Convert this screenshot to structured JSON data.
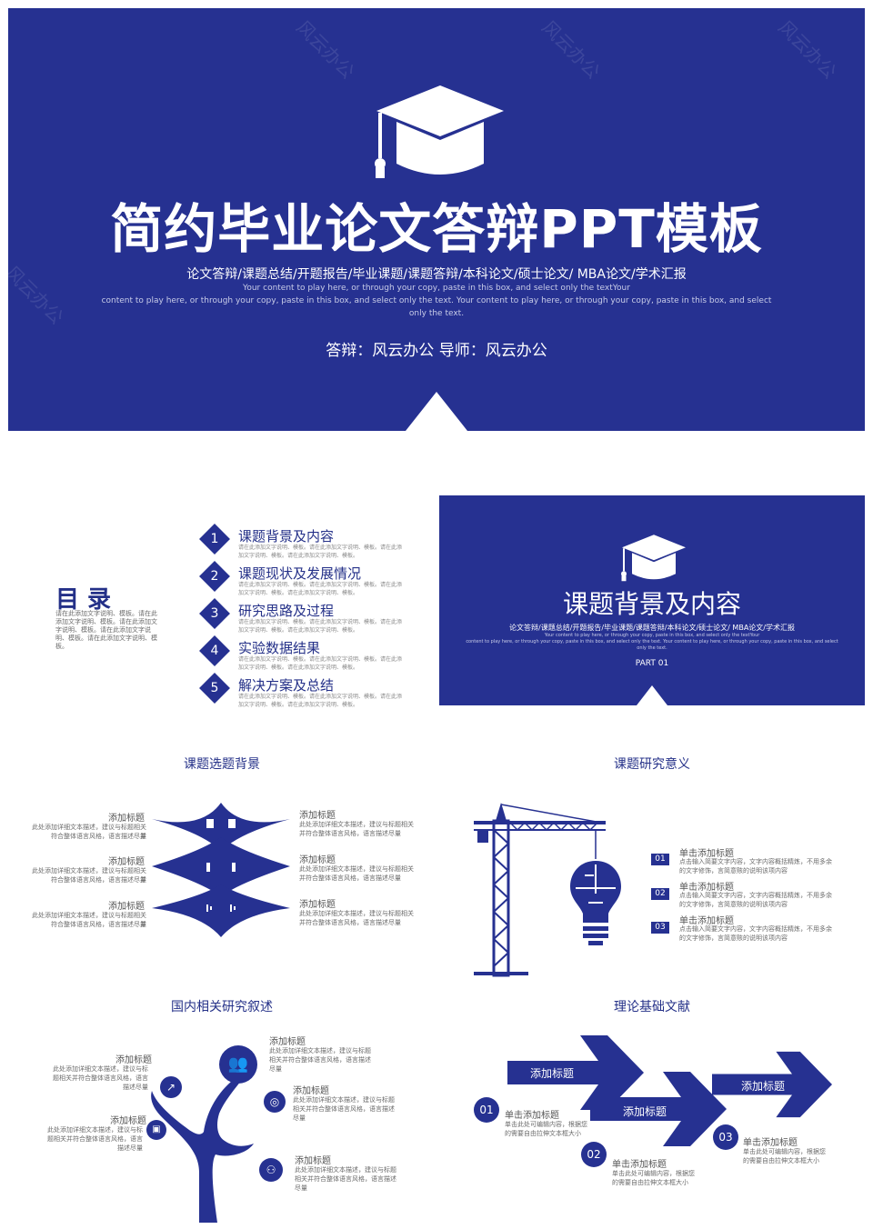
{
  "cover": {
    "title": "简约毕业论文答辩PPT模板",
    "subtitle": "论文答辩/课题总结/开题报告/毕业课题/课题答辩/本科论文/硕士论文/ MBA论文/学术汇报",
    "body1": "Your content to play here, or through your copy, paste in this box, and select only the textYour",
    "body2": "content to play here, or through your copy, paste in this box, and select only the text. Your content to play here, or through your copy, paste in this box, and select",
    "body3": "only the text.",
    "presenter": "答辩：风云办公  导师：风云办公",
    "watermark": "风云办公"
  },
  "toc": {
    "title": "目 录",
    "desc": "请在此添加文字说明、模板。请在此添加文字说明、模板。请在此添加文字说明、模板。请在此添加文字说明、模板。请在此添加文字说明、模板。",
    "items": [
      {
        "num": "1",
        "label": "课题背景及内容",
        "desc": "请在此添加文字说明、模板。请在此添加文字说明、模板。请在此添加文字说明、模板。请在此添加文字说明、模板。"
      },
      {
        "num": "2",
        "label": "课题现状及发展情况",
        "desc": "请在此添加文字说明、模板。请在此添加文字说明、模板。请在此添加文字说明、模板。请在此添加文字说明、模板。"
      },
      {
        "num": "3",
        "label": "研究思路及过程",
        "desc": "请在此添加文字说明、模板。请在此添加文字说明、模板。请在此添加文字说明、模板。请在此添加文字说明、模板。"
      },
      {
        "num": "4",
        "label": "实验数据结果",
        "desc": "请在此添加文字说明、模板。请在此添加文字说明、模板。请在此添加文字说明、模板。请在此添加文字说明、模板。"
      },
      {
        "num": "5",
        "label": "解决方案及总结",
        "desc": "请在此添加文字说明、模板。请在此添加文字说明、模板。请在此添加文字说明、模板。请在此添加文字说明、模板。"
      }
    ]
  },
  "part": {
    "title": "课题背景及内容",
    "subtitle": "论文答辩/课题总结/开题报告/毕业课题/课题答辩/本科论文/硕士论文/ MBA论文/学术汇报",
    "body1": "Your content to play here, or through your copy, paste in this box, and select only the textYour",
    "body2": "content to play here, or through your copy, paste in this box, and select only the text. Your content to play here, or through your copy, paste in this box, and select",
    "body3": "only the text.",
    "label": "PART 01"
  },
  "bg": {
    "title": "课题选题背景",
    "left": [
      {
        "t": "添加标题",
        "d1": "此处添加详细文本描述，建议与标题相关并",
        "d2": "符合整体语言风格，语言描述尽量"
      },
      {
        "t": "添加标题",
        "d1": "此处添加详细文本描述，建议与标题相关并",
        "d2": "符合整体语言风格，语言描述尽量"
      },
      {
        "t": "添加标题",
        "d1": "此处添加详细文本描述，建议与标题相关并",
        "d2": "符合整体语言风格，语言描述尽量"
      }
    ],
    "right": [
      {
        "t": "添加标题",
        "d1": "此处添加详细文本描述，建议与标题相关",
        "d2": "并符合整体语言风格，语言描述尽量"
      },
      {
        "t": "添加标题",
        "d1": "此处添加详细文本描述，建议与标题相关",
        "d2": "并符合整体语言风格，语言描述尽量"
      },
      {
        "t": "添加标题",
        "d1": "此处添加详细文本描述，建议与标题相关",
        "d2": "并符合整体语言风格，语言描述尽量"
      }
    ]
  },
  "meaning": {
    "title": "课题研究意义",
    "items": [
      {
        "num": "01",
        "t": "单击添加标题",
        "d1": "点击输入简要文字内容，文字内容概括精炼，不用多余",
        "d2": "的文字修饰，言简意赅的说明该项内容"
      },
      {
        "num": "02",
        "t": "单击添加标题",
        "d1": "点击输入简要文字内容，文字内容概括精炼，不用多余",
        "d2": "的文字修饰，言简意赅的说明该项内容"
      },
      {
        "num": "03",
        "t": "单击添加标题",
        "d1": "点击输入简要文字内容，文字内容概括精炼，不用多余",
        "d2": "的文字修饰，言简意赅的说明该项内容"
      }
    ]
  },
  "domestic": {
    "title": "国内相关研究叙述",
    "left": [
      {
        "t": "添加标题",
        "d1": "此处添加详细文本描述，建议与标",
        "d2": "题相关并符合整体语言风格，语言",
        "d3": "描述尽量"
      },
      {
        "t": "添加标题",
        "d1": "此处添加详细文本描述，建议与标",
        "d2": "题相关并符合整体语言风格，语言",
        "d3": "描述尽量"
      }
    ],
    "right": [
      {
        "t": "添加标题",
        "d1": "此处添加详细文本描述，建议与标题",
        "d2": "相关并符合整体语言风格，语言描述",
        "d3": "尽量"
      },
      {
        "t": "添加标题",
        "d1": "此处添加详细文本描述，建议与标题",
        "d2": "相关并符合整体语言风格，语言描述",
        "d3": "尽量"
      },
      {
        "t": "添加标题",
        "d1": "此处添加详细文本描述，建议与标题",
        "d2": "相关并符合整体语言风格，语言描述",
        "d3": "尽量"
      }
    ]
  },
  "theory": {
    "title": "理论基础文献",
    "arrows": [
      "添加标题",
      "添加标题",
      "添加标题"
    ],
    "items": [
      {
        "num": "01",
        "t": "单击添加标题",
        "d1": "单击此处可编辑内容，根据您",
        "d2": "的需要自由拉伸文本框大小"
      },
      {
        "num": "02",
        "t": "单击添加标题",
        "d1": "单击此处可编辑内容，根据您",
        "d2": "的需要自由拉伸文本框大小"
      },
      {
        "num": "03",
        "t": "单击添加标题",
        "d1": "单击此处可编辑内容，根据您",
        "d2": "的需要自由拉伸文本框大小"
      }
    ]
  }
}
